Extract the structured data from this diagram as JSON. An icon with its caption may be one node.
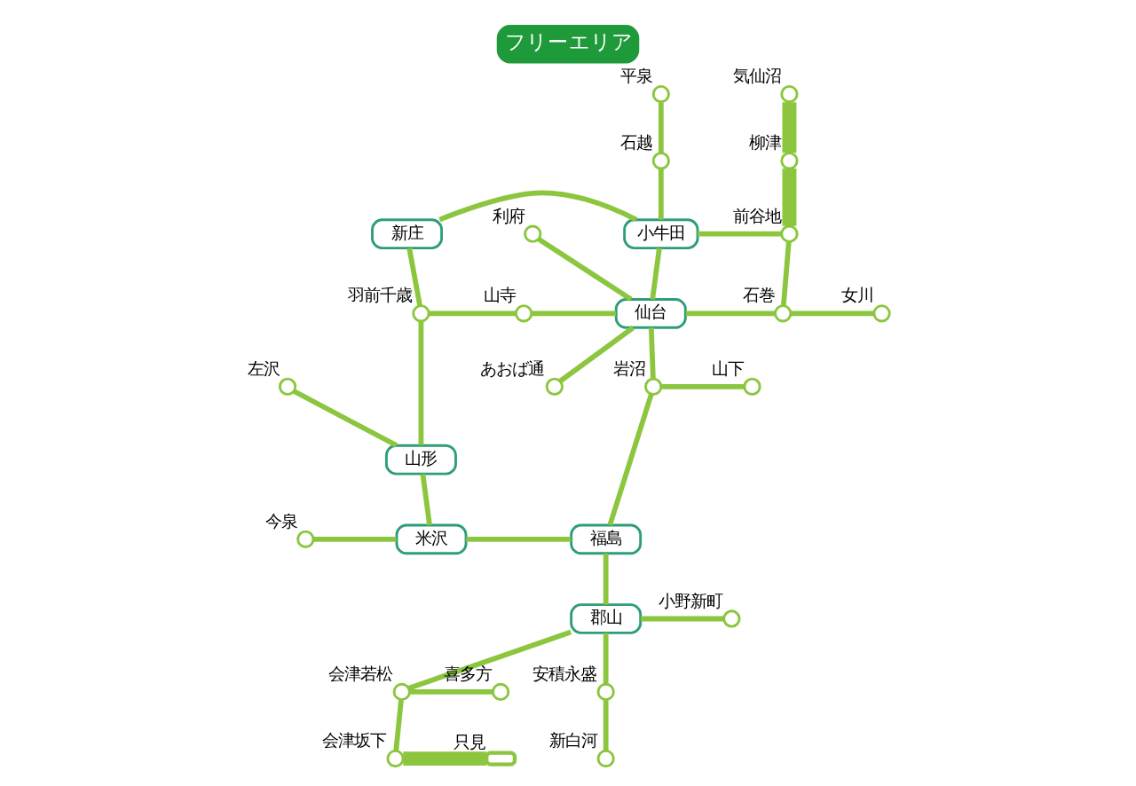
{
  "diagram": {
    "title": "フリーエリア",
    "nodes": [
      {
        "text": [],
        "shape": "circle",
        "beside": [
          "平泉"
        ]
      },
      {
        "text": [],
        "shape": "circle",
        "beside": [
          "気仙沼"
        ]
      },
      {
        "text": [],
        "shape": "circle",
        "beside": [
          "石越"
        ]
      },
      {
        "text": [],
        "shape": "circle",
        "beside": [
          "柳津"
        ]
      },
      {
        "text": [
          "新庄"
        ]
      },
      {
        "text": [
          "小牛田"
        ]
      },
      {
        "text": [],
        "shape": "circle",
        "beside": [
          "前谷地"
        ]
      },
      {
        "text": [],
        "shape": "circle",
        "beside": [
          "利府"
        ]
      },
      {
        "text": [],
        "shape": "circle",
        "beside": [
          "山寺"
        ]
      },
      {
        "text": [],
        "shape": "circle",
        "beside": [
          "羽前千歳"
        ]
      },
      {
        "text": [
          "仙台"
        ]
      },
      {
        "text": [],
        "shape": "circle",
        "beside": [
          "女川"
        ]
      },
      {
        "text": [],
        "shape": "circle",
        "beside": [
          "石巻"
        ]
      },
      {
        "text": [],
        "shape": "circle",
        "beside": [
          "左沢"
        ]
      },
      {
        "text": [],
        "shape": "circle",
        "beside": [
          "あおば通"
        ]
      },
      {
        "text": [
          "山形"
        ]
      },
      {
        "text": [],
        "shape": "circle",
        "beside": [
          "岩沼"
        ]
      },
      {
        "text": [],
        "shape": "circle",
        "beside": [
          "山下"
        ]
      },
      {
        "text": [],
        "shape": "circle",
        "beside": [
          "今泉"
        ]
      },
      {
        "text": [
          "米沢"
        ]
      },
      {
        "text": [
          "福島"
        ]
      },
      {
        "text": [
          "郡山"
        ]
      },
      {
        "text": [],
        "shape": "circle",
        "beside": [
          "小野新町"
        ]
      },
      {
        "text": [],
        "shape": "circle",
        "beside": [
          "喜多方"
        ]
      },
      {
        "text": [],
        "shape": "circle",
        "beside": [
          "会津若松"
        ]
      },
      {
        "text": [],
        "shape": "circle",
        "beside": [
          "安積永盛"
        ]
      },
      {
        "text": [],
        "shape": "bar",
        "beside": [
          "只見"
        ]
      },
      {
        "text": [],
        "shape": "circle",
        "beside": [
          "会津坂下"
        ]
      },
      {
        "text": [],
        "shape": "circle",
        "beside": [
          "新白河"
        ]
      }
    ],
    "edges": [
      {
        "from": 0,
        "to": 2,
        "arrow": "none"
      },
      {
        "from": 2,
        "to": 5,
        "arrow": "none"
      },
      {
        "from": 1,
        "to": 3,
        "arrow": "none",
        "style": "thick"
      },
      {
        "from": 3,
        "to": 6,
        "arrow": "none",
        "style": "thick"
      },
      {
        "from": 4,
        "to": 5,
        "arrow": "none"
      },
      {
        "from": 5,
        "to": 6,
        "arrow": "none"
      },
      {
        "from": 4,
        "to": 9,
        "arrow": "none"
      },
      {
        "from": 5,
        "to": 10,
        "arrow": "none"
      },
      {
        "from": 7,
        "to": 10,
        "arrow": "none"
      },
      {
        "from": 6,
        "to": 12,
        "arrow": "none"
      },
      {
        "from": 9,
        "to": 8,
        "arrow": "none"
      },
      {
        "from": 8,
        "to": 10,
        "arrow": "none"
      },
      {
        "from": 10,
        "to": 12,
        "arrow": "none"
      },
      {
        "from": 12,
        "to": 11,
        "arrow": "none"
      },
      {
        "from": 10,
        "to": 14,
        "arrow": "none"
      },
      {
        "from": 9,
        "to": 15,
        "arrow": "none"
      },
      {
        "from": 13,
        "to": 15,
        "arrow": "none"
      },
      {
        "from": 10,
        "to": 16,
        "arrow": "none"
      },
      {
        "from": 16,
        "to": 17,
        "arrow": "none"
      },
      {
        "from": 15,
        "to": 19,
        "arrow": "none"
      },
      {
        "from": 18,
        "to": 19,
        "arrow": "none"
      },
      {
        "from": 19,
        "to": 20,
        "arrow": "none"
      },
      {
        "from": 16,
        "to": 20,
        "arrow": "none"
      },
      {
        "from": 20,
        "to": 21,
        "arrow": "none"
      },
      {
        "from": 21,
        "to": 22,
        "arrow": "none"
      },
      {
        "from": 21,
        "to": 24,
        "arrow": "none"
      },
      {
        "from": 23,
        "to": 24,
        "arrow": "none"
      },
      {
        "from": 24,
        "to": 27,
        "arrow": "none"
      },
      {
        "from": 26,
        "to": 27,
        "arrow": "none",
        "style": "thick"
      },
      {
        "from": 21,
        "to": 25,
        "arrow": "none"
      },
      {
        "from": 25,
        "to": 28,
        "arrow": "none"
      }
    ]
  }
}
